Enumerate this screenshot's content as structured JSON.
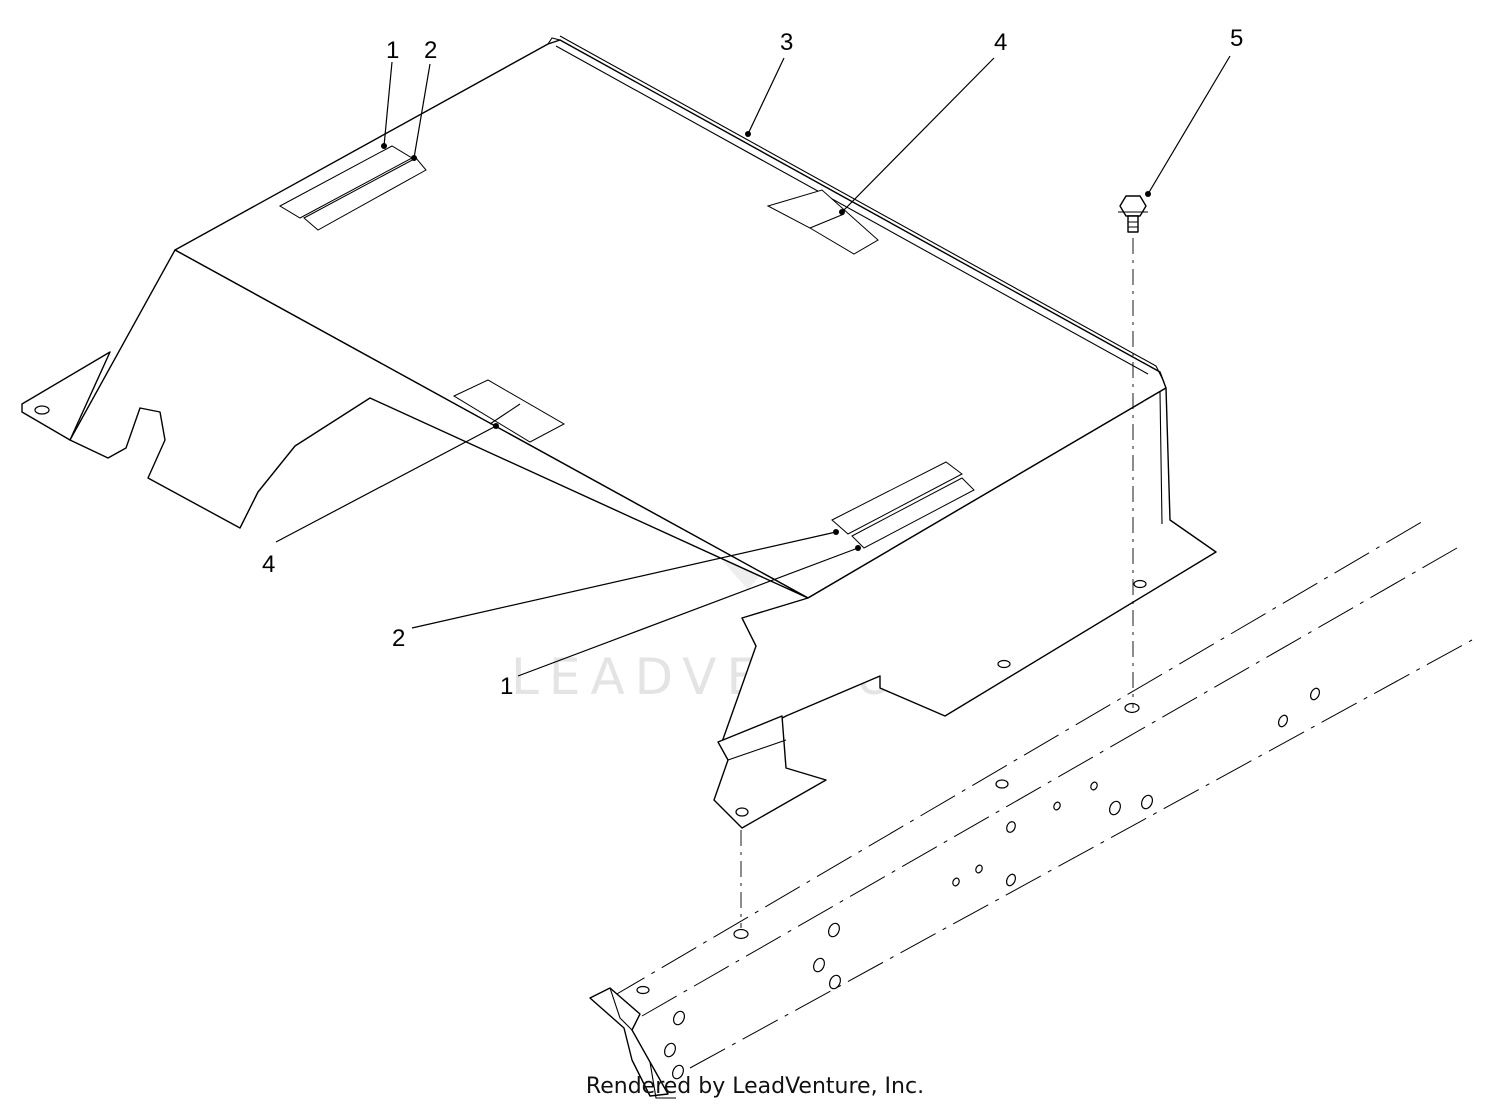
{
  "watermark": {
    "text": "LEADVENTURE"
  },
  "credit": "Rendered by LeadVenture, Inc.",
  "callouts": [
    {
      "id": "callout-1-upper",
      "label": "1"
    },
    {
      "id": "callout-2-upper",
      "label": "2"
    },
    {
      "id": "callout-3",
      "label": "3"
    },
    {
      "id": "callout-4-upper",
      "label": "4"
    },
    {
      "id": "callout-5",
      "label": "5"
    },
    {
      "id": "callout-4-lower",
      "label": "4"
    },
    {
      "id": "callout-2-lower",
      "label": "2"
    },
    {
      "id": "callout-1-lower",
      "label": "1"
    }
  ]
}
